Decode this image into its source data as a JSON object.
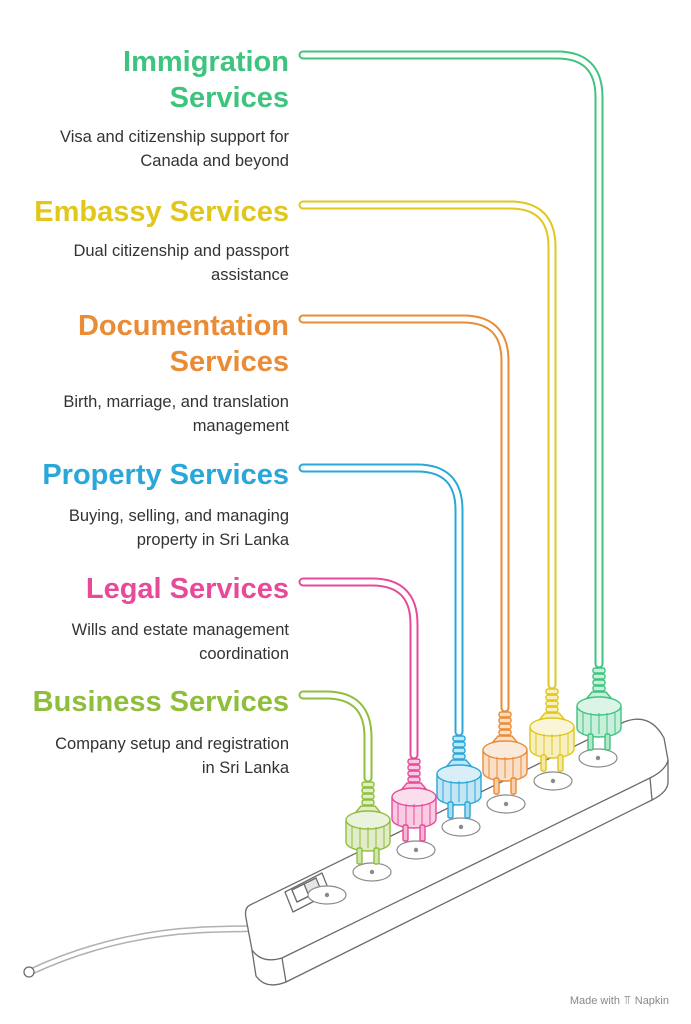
{
  "services": [
    {
      "id": "immigration",
      "title_lines": [
        "Immigration",
        "Services"
      ],
      "desc_lines": [
        "Visa and citizenship support for",
        "Canada and beyond"
      ],
      "color": "#3ec47e"
    },
    {
      "id": "embassy",
      "title_lines": [
        "Embassy Services"
      ],
      "desc_lines": [
        "Dual citizenship and passport",
        "assistance"
      ],
      "color": "#e1c71b"
    },
    {
      "id": "documentation",
      "title_lines": [
        "Documentation",
        "Services"
      ],
      "desc_lines": [
        "Birth, marriage, and translation",
        "management"
      ],
      "color": "#ea8b36"
    },
    {
      "id": "property",
      "title_lines": [
        "Property Services"
      ],
      "desc_lines": [
        "Buying, selling, and managing",
        "property in Sri Lanka"
      ],
      "color": "#29a7d9"
    },
    {
      "id": "legal",
      "title_lines": [
        "Legal Services"
      ],
      "desc_lines": [
        "Wills and estate management",
        "coordination"
      ],
      "color": "#e84a9a"
    },
    {
      "id": "business",
      "title_lines": [
        "Business Services"
      ],
      "desc_lines": [
        "Company setup and registration",
        "in Sri Lanka"
      ],
      "color": "#8fbe3c"
    }
  ],
  "footer": {
    "made_with": "Made with",
    "logo_icon": "napkin-logo-icon",
    "brand": "Napkin"
  }
}
